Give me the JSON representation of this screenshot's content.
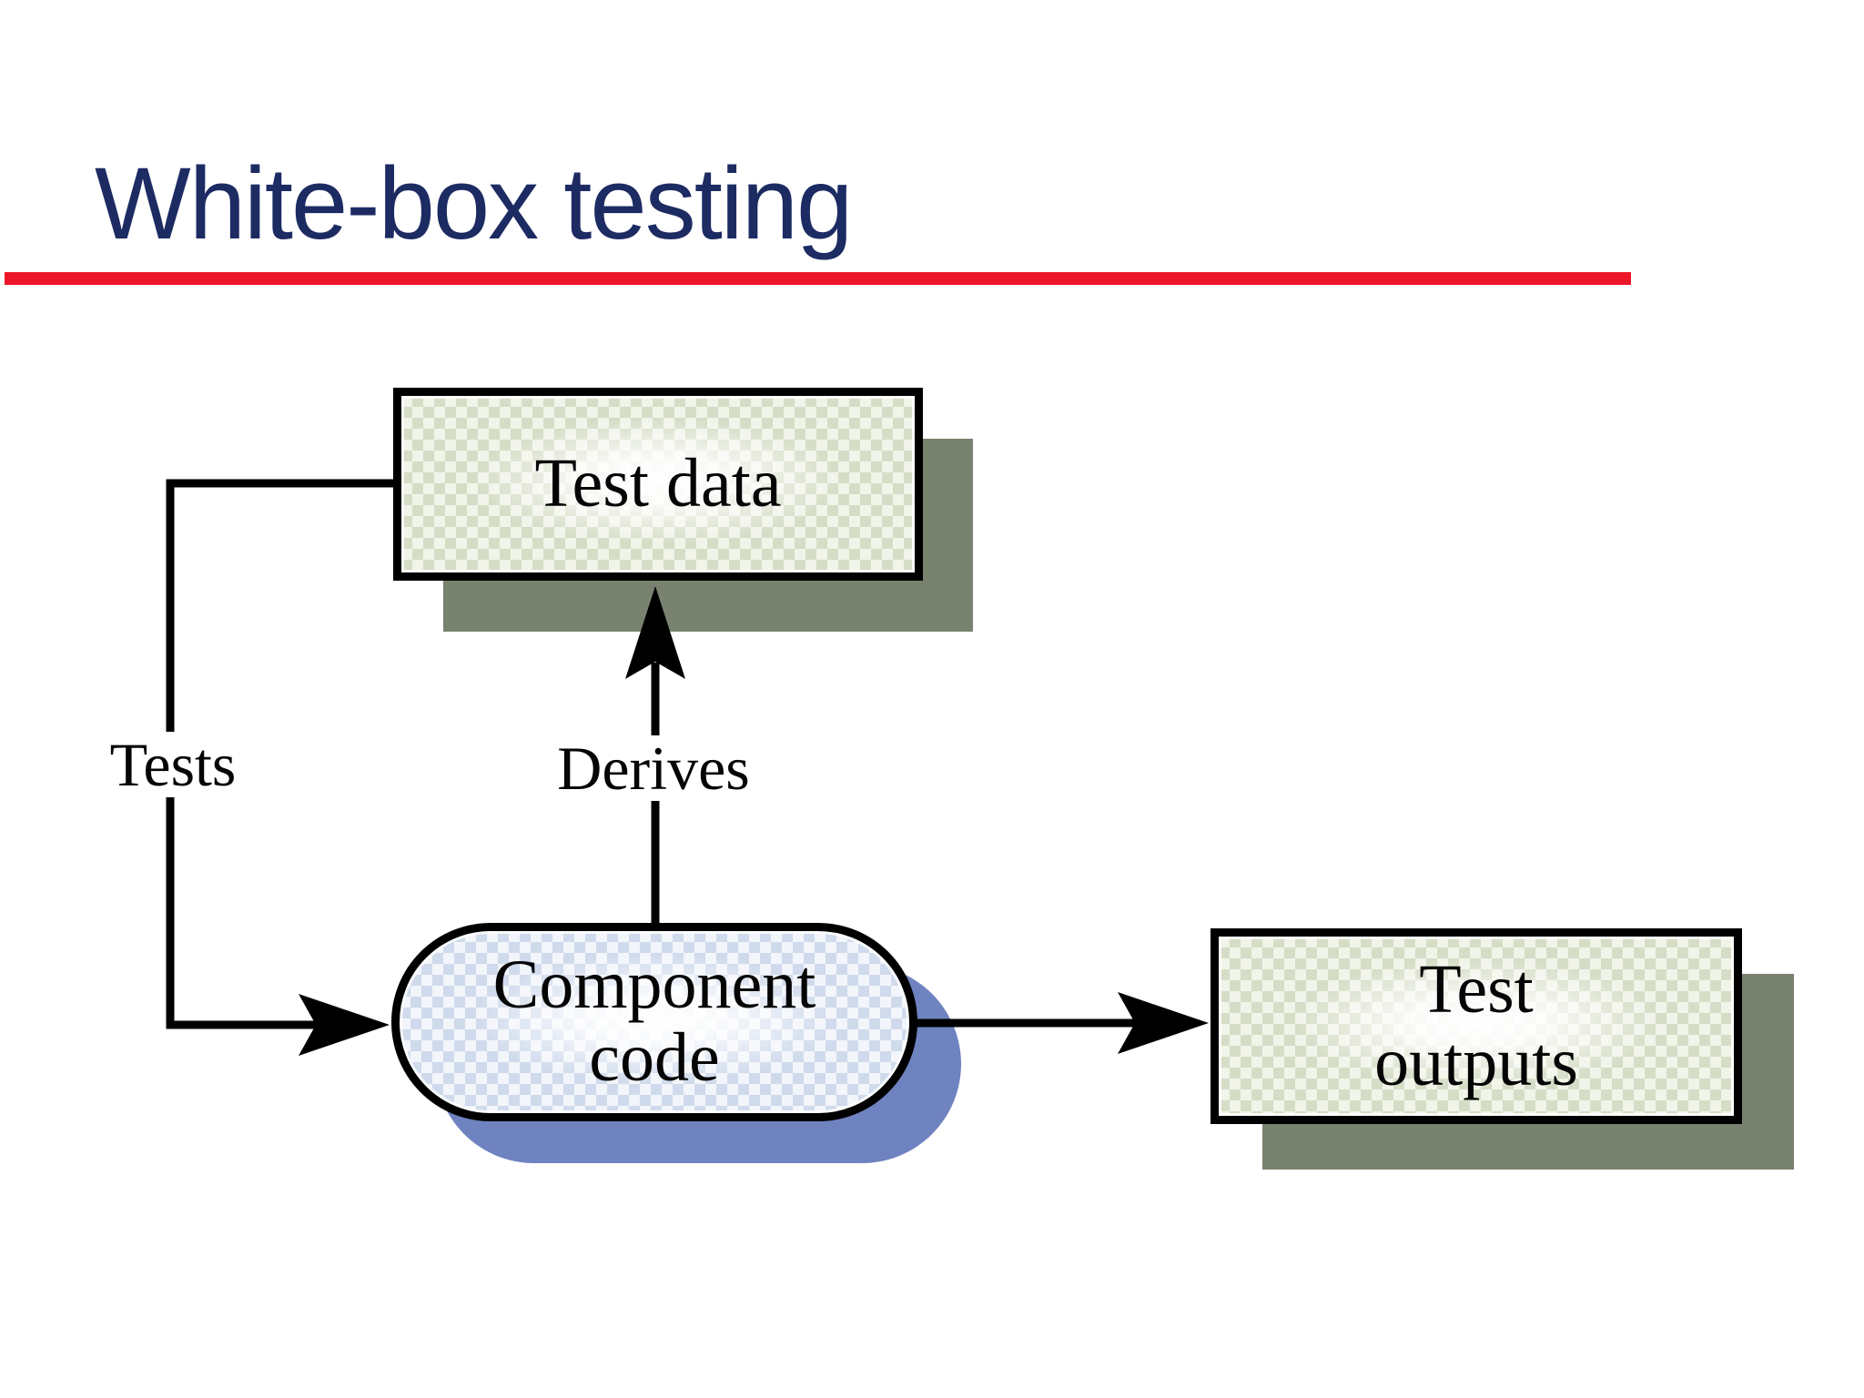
{
  "title": {
    "text": "White-box testing"
  },
  "nodes": {
    "test_data": {
      "label": "Test data"
    },
    "component_code": {
      "line1": "Component",
      "line2": "code"
    },
    "test_outputs": {
      "line1": "Test",
      "line2": "outputs"
    }
  },
  "edge_labels": {
    "tests": "Tests",
    "derives": "Derives"
  },
  "colors": {
    "title": "#1d2b63",
    "rule": "#ed1528",
    "ink": "#000000",
    "green_fill": "#d5ddc6",
    "blue_fill": "#cfdaec",
    "gray_shadow": "#78826f",
    "blue_shadow": "#6f83c0"
  }
}
